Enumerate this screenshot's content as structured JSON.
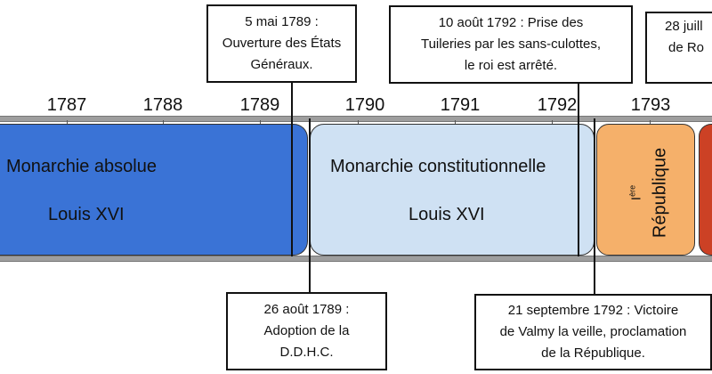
{
  "years": [
    "1787",
    "1788",
    "1789",
    "1790",
    "1791",
    "1792",
    "1793"
  ],
  "periods": {
    "absolute": {
      "title": "Monarchie absolue",
      "king": "Louis XVI",
      "color": "#3a73d6"
    },
    "constitutional": {
      "title": "Monarchie constitutionnelle",
      "king": "Louis XVI",
      "color": "#cfe1f3"
    },
    "republic": {
      "numeral": "I",
      "sup": "ère",
      "title": "République",
      "color": "#f5b06a"
    },
    "next": {
      "color": "#cc4125"
    }
  },
  "events_top": [
    {
      "lines": [
        "5 mai 1789 :",
        "Ouverture des États",
        "Généraux."
      ]
    },
    {
      "lines": [
        "10 août 1792 : Prise des",
        "Tuileries par les sans-culottes,",
        "le roi est arrêté."
      ]
    },
    {
      "lines": [
        "28 juill",
        "de Ro"
      ]
    }
  ],
  "events_bottom": [
    {
      "lines": [
        "26 août 1789 :",
        "Adoption de la",
        "D.D.H.C."
      ]
    },
    {
      "lines": [
        "21 septembre 1792 : Victoire",
        "de Valmy la veille, proclamation",
        "de la République."
      ]
    }
  ]
}
